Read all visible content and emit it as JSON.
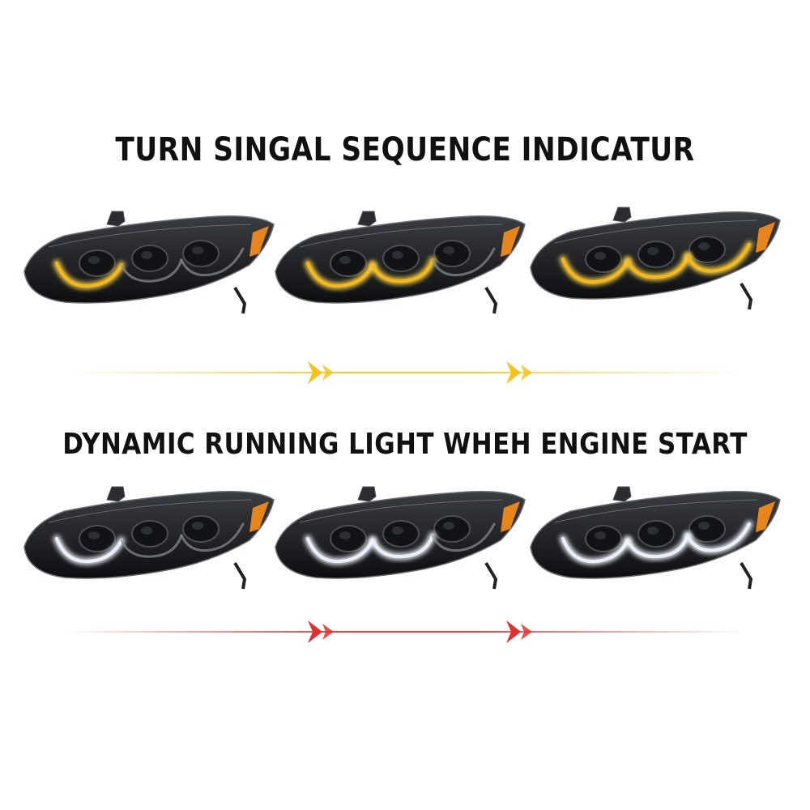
{
  "headings": {
    "turn_signal": "TURN SINGAL SEQUENCE INDICATUR",
    "running_light": "DYNAMIC RUNNING LIGHT WHEH ENGINE START"
  },
  "rows": [
    {
      "name": "turn-signal-row",
      "light_color": "#f5b71c",
      "glow_color": "#ffd84a",
      "arrow_color": "#f6c21a",
      "stages": [
        "partial",
        "two-segments",
        "full"
      ]
    },
    {
      "name": "running-light-row",
      "light_color": "#e8f0ff",
      "glow_color": "#ffffff",
      "arrow_color": "#e23030",
      "stages": [
        "partial",
        "two-segments",
        "full"
      ]
    }
  ],
  "colors": {
    "housing": "#1b1d20",
    "amber_marker": "#f08a1a",
    "background": "#ffffff"
  }
}
